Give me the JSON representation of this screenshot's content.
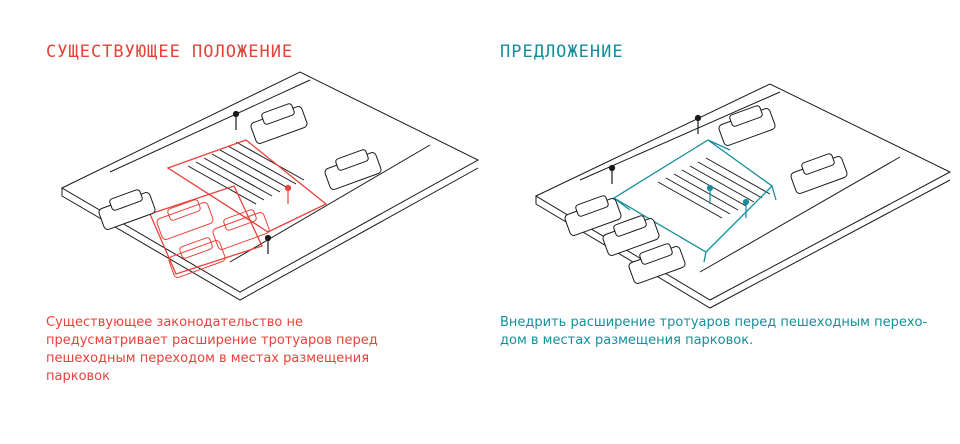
{
  "colors": {
    "existing": "#e8423a",
    "proposal": "#168e9c",
    "line": "#1a1a1a",
    "background": "#ffffff"
  },
  "left": {
    "title": "СУЩЕСТВУЮЩЕЕ  ПОЛОЖЕНИЕ",
    "caption_lines": [
      "Существующее законодательство не",
      "предусматривает расширение тротуаров перед",
      "пешеходным переходом в местах размещения",
      "парковок"
    ]
  },
  "right": {
    "title": "ПРЕДЛОЖЕНИЕ",
    "caption_lines": [
      "Внедрить расширение тротуаров перед пешеходным перехо-",
      "дом в местах размещения парковок."
    ]
  }
}
